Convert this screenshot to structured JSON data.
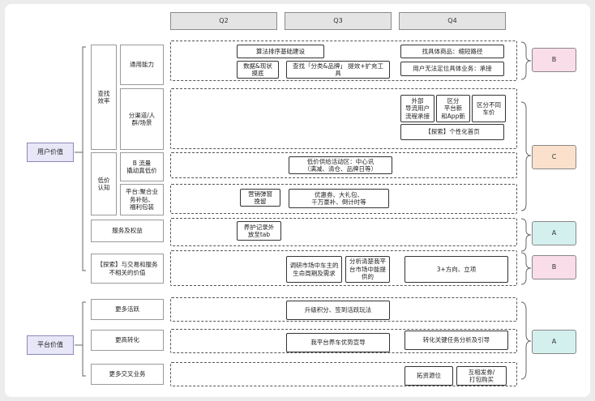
{
  "header": {
    "q2": "Q2",
    "q3": "Q3",
    "q4": "Q4"
  },
  "categories": {
    "user_value": "用户价值",
    "platform_value": "平台价值"
  },
  "user_groups": {
    "find_efficiency": "查找\n效率",
    "price_perception": "低价\n认知",
    "general_ability": "通用能力",
    "channel_scene": "分渠道/人\n群/场景",
    "b_traffic": "B 流量\n撬动真低价",
    "platform_subsidy": "平台:聚合业\n务补贴、\n福利包装",
    "service_rights": "服务及权益",
    "unrelated_value": "【探索】与交易和服务\n不相关的价值"
  },
  "platform_groups": {
    "more_active": "更多活跃",
    "higher_conversion": "更高转化",
    "cross_business": "更多交叉业务"
  },
  "items": {
    "algo_sort": "算法排序基础建设",
    "data_status": "数据&现状\n摸底",
    "search_brand": "查找「分类&品牌」 提效+扩充工\n具",
    "find_goods": "找具体商品：缩短路径",
    "no_location": "用户无法定位具体业务：承接",
    "external_traffic": "外部\n导流用户\n流程承接",
    "region_platform": "区分\n平台新\n和App新",
    "region_car": "区分不同\n车价",
    "personal_home": "【探索】个性化首页",
    "low_price_area": "低价供给活动区：中心讯\n（满减、清仓、品牌日等）",
    "marketing_popup": "营销弹窗\n挽留",
    "coupons": "优惠券、大礼包、\n千万豪补、倒计时等",
    "maintenance_tab": "养护记录外\n放至tab",
    "research_market": "调研市场中车主的\n生命周期及需求",
    "analyze_market": "分析清楚我平\n台市场中能提\n供的",
    "three_directions": "3+方向、立项",
    "upgrade_points": "升级积分、签到活跃玩法",
    "car_advantage": "我平台养车优势宣导",
    "key_task": "转化关键任务分析及引导",
    "expand_resources": "拓资源位",
    "mutual_coupon": "互相发券/\n打包购买"
  },
  "priorities": {
    "b1": "B",
    "c": "C",
    "a1": "A",
    "b2": "B",
    "a2": "A"
  },
  "colors": {
    "pink": "#f9dde8",
    "orange": "#fbe1cb",
    "teal": "#d4f0ee",
    "category": "#e8e7f8"
  }
}
